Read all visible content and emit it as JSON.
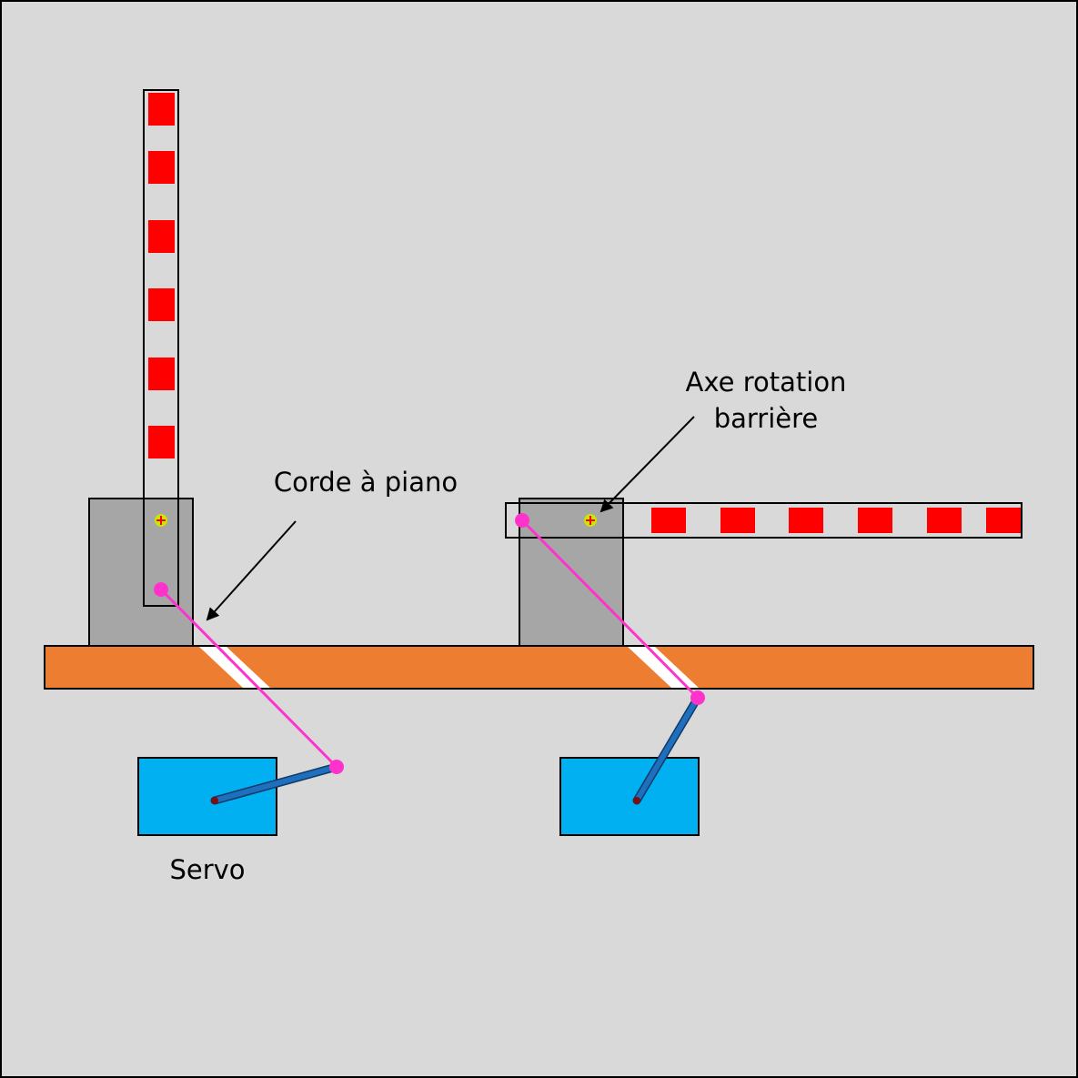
{
  "labels": {
    "corde": "Corde à piano",
    "axe_line1": "Axe rotation",
    "axe_line2": "barrière",
    "servo": "Servo"
  },
  "colors": {
    "background": "#d9d9d9",
    "post": "#a6a6a6",
    "base_plank": "#ed7d31",
    "servo_body": "#00b0f0",
    "servo_arm": "#1f6fbf",
    "piano_wire": "#ff33cc",
    "barrier_stripe": "#ff0000",
    "pivot": "#c8e600",
    "outline": "#000000"
  },
  "icons": {
    "pivot": "pivot-cross-icon",
    "joint": "joint-dot-icon",
    "arrow": "arrow-pointer-icon"
  },
  "states": {
    "left": "barrier-raised",
    "right": "barrier-lowered"
  }
}
